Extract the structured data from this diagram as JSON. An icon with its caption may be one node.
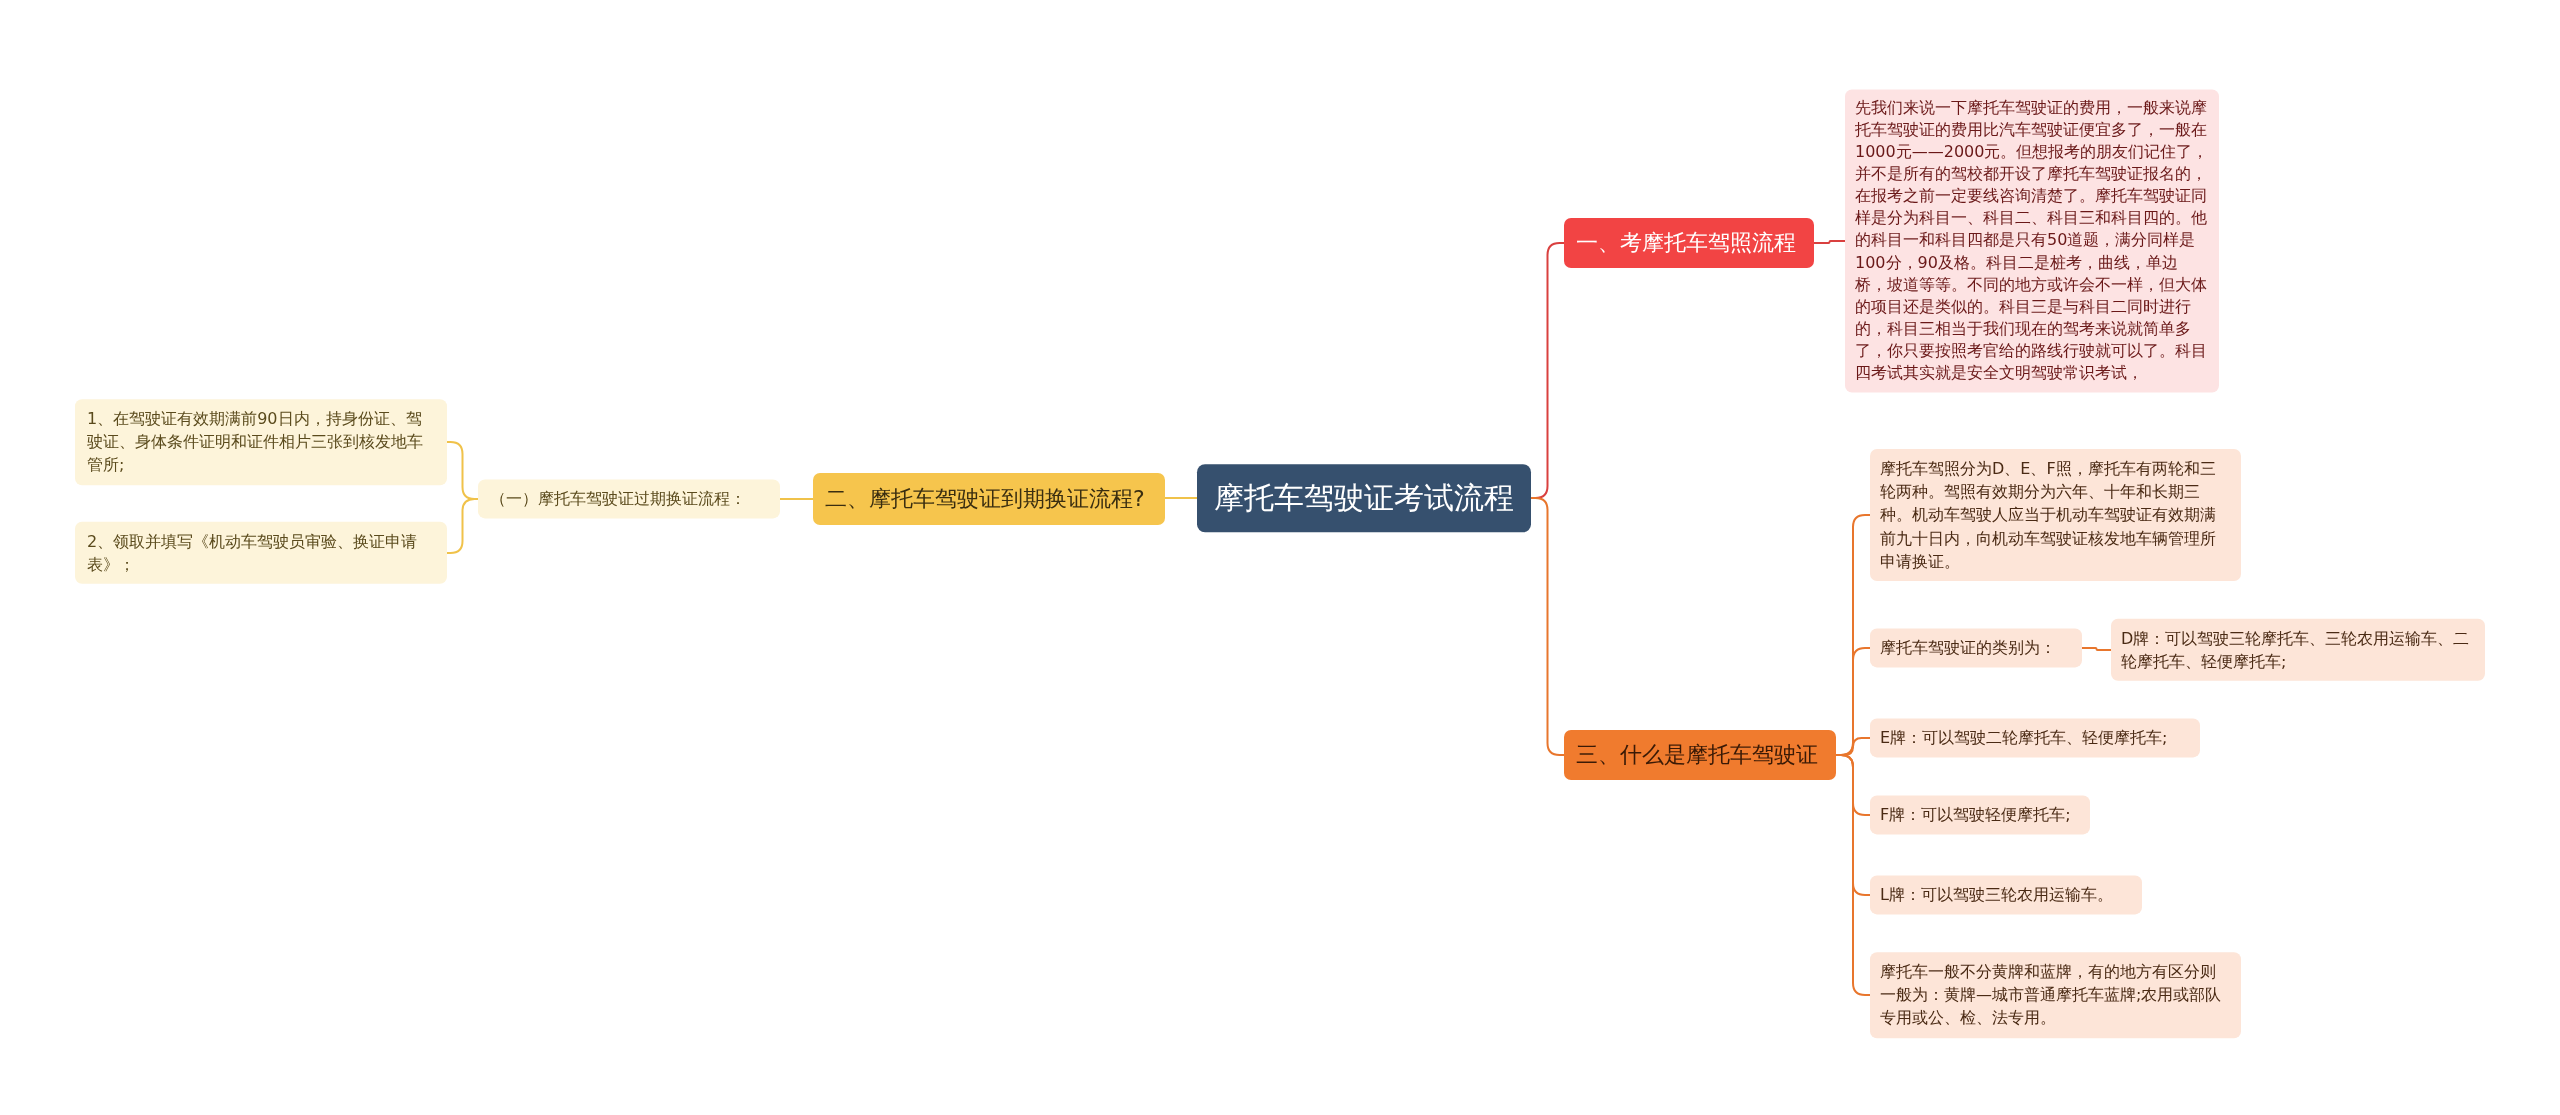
{
  "diagram": {
    "nodes": [
      {
        "text": [
          "摩托车驾驶证考试流程"
        ]
      },
      {
        "text": [
          "一、考摩托车驾照流程"
        ]
      },
      {
        "text": [
          "先我们来说一下摩托车驾驶证的费用，一般来说摩托车驾驶证的费用比汽车驾驶证便宜多了，一般在1000元——2000元。但想报考的朋友们记住了，并不是所有的驾校都开设了摩托车驾驶证报名的，在报考之前一定要线咨询清楚了。摩托车驾驶证同样是分为科目一、科目二、科目三和科目四的。他的科目一和科目四都是只有50道题，满分同样是100分，90及格。科目二是桩考，曲线，单边桥，坡道等等。不同的地方或许会不一样，但大体的项目还是类似的。科目三是与科目二同时进行的，科目三相当于我们现在的驾考来说就简单多了，你只要按照考官给的路线行驶就可以了。科目四考试其实就是安全文明驾驶常识考试，"
        ]
      },
      {
        "text": [
          "二、摩托车驾驶证到期换证流程?"
        ]
      },
      {
        "text": [
          "（一）摩托车驾驶证过期换证流程："
        ]
      },
      {
        "text": [
          "1、在驾驶证有效期满前90日内，持身份证、驾驶证、身体条件证明和证件相片三张到核发地车管所;"
        ]
      },
      {
        "text": [
          "2、领取并填写《机动车驾驶员审验、换证申请表》；"
        ]
      },
      {
        "text": [
          "三、什么是摩托车驾驶证"
        ]
      },
      {
        "text": [
          "摩托车驾照分为D、E、F照，摩托车有两轮和三轮两种。驾照有效期分为六年、十年和长期三种。机动车驾驶人应当于机动车驾驶证有效期满前九十日内，向机动车驾驶证核发地车辆管理所申请换证。"
        ]
      },
      {
        "text": [
          "摩托车驾驶证的类别为："
        ]
      },
      {
        "text": [
          "D牌：可以驾驶三轮摩托车、三轮农用运输车、二轮摩托车、轻便摩托车;"
        ]
      },
      {
        "text": [
          "E牌：可以驾驶二轮摩托车、轻便摩托车;"
        ]
      },
      {
        "text": [
          "F牌：可以驾驶轻便摩托车;"
        ]
      },
      {
        "text": [
          "L牌：可以驾驶三轮农用运输车。"
        ]
      },
      {
        "text": [
          "摩托车一般不分黄牌和蓝牌，有的地方有区分则一般为：黄牌—城市普通摩托车蓝牌;农用或部队专用或公、检、法专用。"
        ]
      }
    ],
    "edges": [
      {
        "from": 0,
        "to": 1,
        "arrow": "none",
        "color": "#d9403f"
      },
      {
        "from": 1,
        "to": 2,
        "arrow": "none",
        "color": "#d9403f"
      },
      {
        "from": 0,
        "to": 3,
        "arrow": "none",
        "color": "#f0c24a"
      },
      {
        "from": 3,
        "to": 4,
        "arrow": "none",
        "color": "#f0c24a"
      },
      {
        "from": 4,
        "to": 5,
        "arrow": "none",
        "color": "#f0c24a"
      },
      {
        "from": 4,
        "to": 6,
        "arrow": "none",
        "color": "#f0c24a"
      },
      {
        "from": 0,
        "to": 7,
        "arrow": "none"
      },
      {
        "from": 7,
        "to": 8,
        "arrow": "none"
      },
      {
        "from": 7,
        "to": 9,
        "arrow": "none"
      },
      {
        "from": 9,
        "to": 10,
        "arrow": "none"
      },
      {
        "from": 7,
        "to": 11,
        "arrow": "none"
      },
      {
        "from": 7,
        "to": 12,
        "arrow": "none"
      },
      {
        "from": 7,
        "to": 13,
        "arrow": "none"
      },
      {
        "from": 7,
        "to": 14,
        "arrow": "none"
      }
    ]
  }
}
